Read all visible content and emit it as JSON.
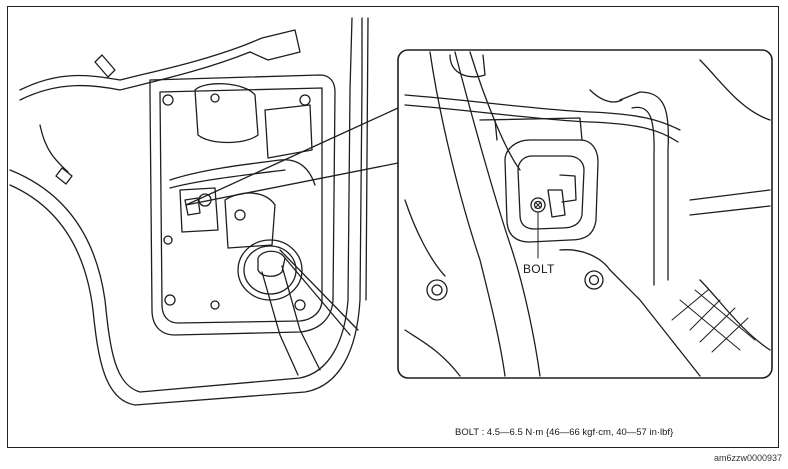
{
  "figure": {
    "callout_label": "BOLT",
    "torque_spec": "BOLT : 4.5—6.5 N·m {46—66 kgf·cm, 40—57 in·lbf}",
    "figure_id": "am6zzw0000937"
  },
  "colors": {
    "line": "#1e1e1e",
    "background": "#ffffff"
  }
}
